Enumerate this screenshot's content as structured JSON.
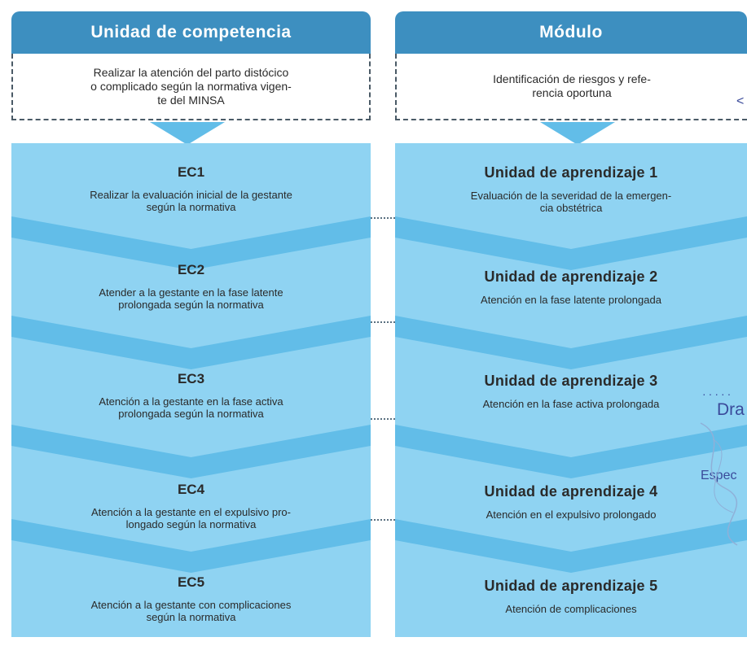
{
  "left": {
    "header": "Unidad de competencia",
    "description": "Realizar la atención del parto distócico\no complicado según la normativa vigen-\nte del MINSA",
    "items": [
      {
        "title": "EC1",
        "text": "Realizar la evaluación inicial de la gestante\nsegún la normativa"
      },
      {
        "title": "EC2",
        "text": "Atender a la gestante en la fase latente\nprolongada según la normativa"
      },
      {
        "title": "EC3",
        "text": "Atención a la gestante en la fase activa\nprolongada según la normativa"
      },
      {
        "title": "EC4",
        "text": "Atención a la gestante en el expulsivo pro-\nlongado según la normativa"
      },
      {
        "title": "EC5",
        "text": "Atención a la gestante con complicaciones\nsegún la normativa"
      }
    ]
  },
  "right": {
    "header": "Módulo",
    "description": "Identificación de riesgos y refe-\nrencia oportuna",
    "items": [
      {
        "title": "Unidad de aprendizaje 1",
        "text": "Evaluación de la severidad de la emergen-\ncia obstétrica"
      },
      {
        "title": "Unidad de aprendizaje 2",
        "text": "Atención en la fase latente prolongada"
      },
      {
        "title": "Unidad de aprendizaje 3",
        "text": "Atención en la fase activa prolongada"
      },
      {
        "title": "Unidad de aprendizaje 4",
        "text": "Atención en el expulsivo prolongado"
      },
      {
        "title": "Unidad de aprendizaje 5",
        "text": "Atención de complicaciones"
      }
    ]
  },
  "stamp": {
    "line1": "Dra",
    "line2": "Espec"
  },
  "colors": {
    "header": "#3d8fc0",
    "panel": "#8fd3f2",
    "chevron": "#62bde8"
  }
}
